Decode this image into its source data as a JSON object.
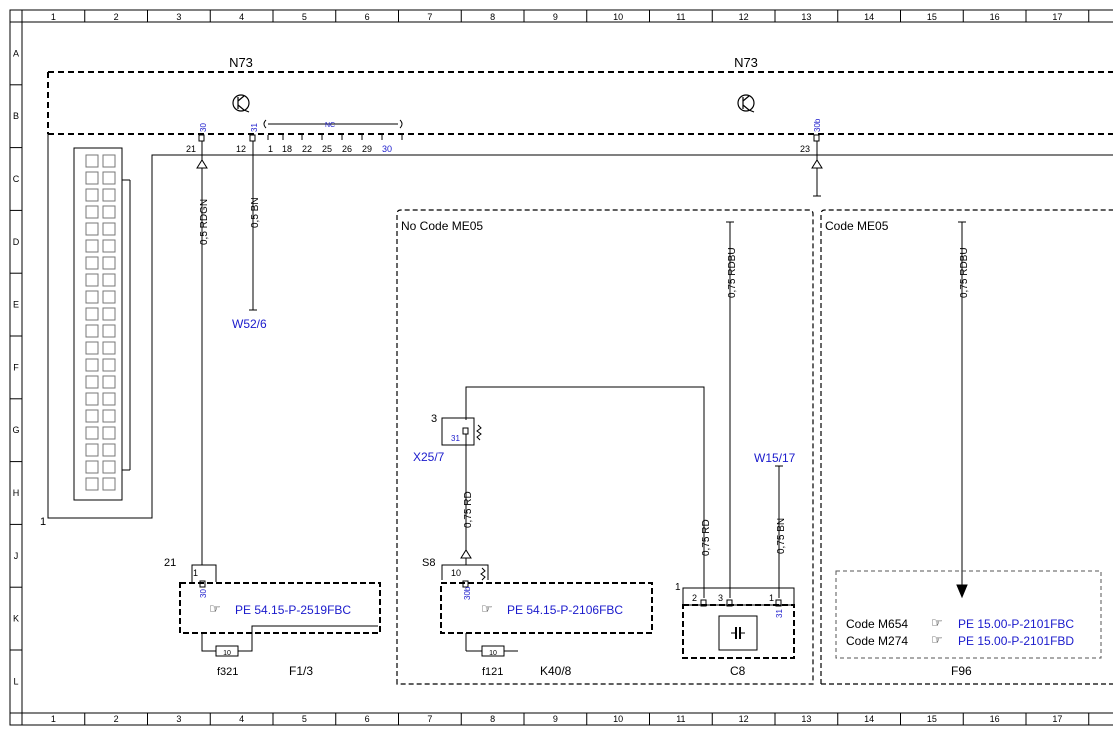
{
  "grid": {
    "columns": [
      "1",
      "2",
      "3",
      "4",
      "5",
      "6",
      "7",
      "8",
      "9",
      "10",
      "11",
      "12",
      "13",
      "14",
      "15",
      "16",
      "17"
    ],
    "rows": [
      "A",
      "B",
      "C",
      "D",
      "E",
      "F",
      "G",
      "H",
      "J",
      "K",
      "L"
    ]
  },
  "modules": {
    "n73_left": "N73",
    "n73_right": "N73"
  },
  "connector": {
    "label": "1",
    "pins": [
      "21",
      "12",
      "1",
      "18",
      "22",
      "25",
      "26",
      "29",
      "30",
      "23"
    ],
    "pin_terminal_30": "30",
    "pin_terminal_31": "31",
    "nc": "NC",
    "pin_terminal_30b": "30b"
  },
  "wires": {
    "rdgn": "0,5 RDGN",
    "bn": "0,5 BN",
    "rd_x25": "0,75 RD",
    "rdbu_left": "0,75 RDBU",
    "rd_c8": "0,75 RD",
    "bn_w15": "0,75 BN",
    "rdbu_right": "0,75 RDBU"
  },
  "grounds": {
    "w52": "W52/6",
    "w15": "W15/17"
  },
  "sections": {
    "no_code": "No Code ME05",
    "code": "Code ME05"
  },
  "x25": {
    "label": "X25/7",
    "pin": "3",
    "terminal": "31"
  },
  "fuse_f1": {
    "connector_pin": "21",
    "pin": "1",
    "terminal": "30",
    "ref": "PE 54.15-P-2519FBC",
    "fuse_value": "10",
    "fuse_label": "f321",
    "label": "F1/3"
  },
  "fuse_k40": {
    "connector_pin": "S8",
    "pin": "10",
    "terminal": "30b",
    "ref": "PE 54.15-P-2106FBC",
    "fuse_value": "10",
    "fuse_label": "f121",
    "label": "K40/8"
  },
  "c8": {
    "pin_outer": "1",
    "pins": [
      "2",
      "3",
      "1"
    ],
    "terminal": "31",
    "label": "C8"
  },
  "f96": {
    "code_m654": "Code M654",
    "ref_m654": "PE 15.00-P-2101FBC",
    "code_m274": "Code M274",
    "ref_m274": "PE 15.00-P-2101FBD",
    "label": "F96"
  },
  "colors": {
    "line": "#000000",
    "link": "#1a1acc",
    "frame": "#333333"
  }
}
